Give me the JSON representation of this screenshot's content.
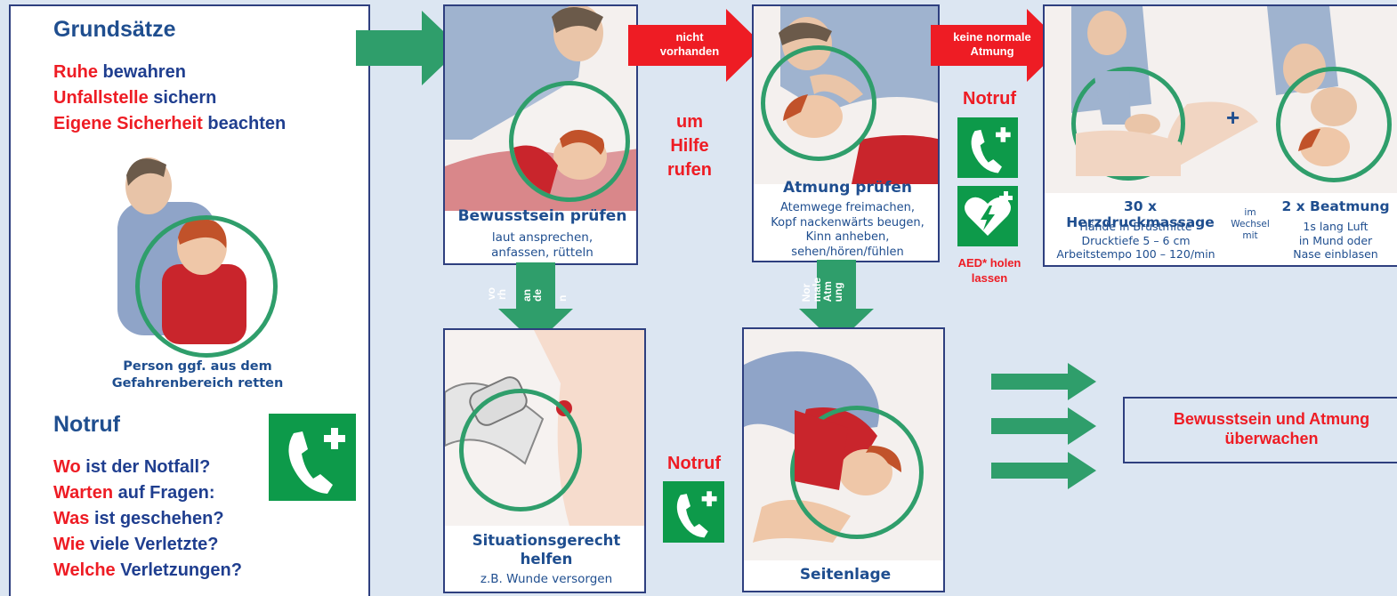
{
  "left": {
    "heading": "Grundsätze",
    "principles": [
      {
        "red": "Ruhe",
        "rest": " bewahren"
      },
      {
        "red": "Unfallstelle",
        "rest": " sichern"
      },
      {
        "red": "Eigene Sicherheit",
        "rest": " beachten"
      }
    ],
    "rescue_caption": [
      "Person ggf. aus dem",
      "Gefahrenbereich retten"
    ],
    "notruf_heading": "Notruf",
    "questions": [
      {
        "red": "Wo",
        "rest": " ist der Notfall?"
      },
      {
        "red": "Warten",
        "rest": " auf Fragen:"
      },
      {
        "red": "Was",
        "rest": " ist geschehen?"
      },
      {
        "red": "Wie",
        "rest": " viele Verletzte?"
      },
      {
        "red": "Welche",
        "rest": " Verletzungen?"
      }
    ]
  },
  "steps": {
    "consciousness": {
      "title": "Bewusstsein prüfen",
      "text": [
        "laut ansprechen,",
        "anfassen, rütteln"
      ]
    },
    "breathing": {
      "title": "Atmung prüfen",
      "text": [
        "Atemwege freimachen,",
        "Kopf nackenwärts beugen,",
        "Kinn anheben,",
        "sehen/hören/fühlen"
      ]
    },
    "cpr": {
      "compression_title": "30 x Herzdruckmassage",
      "compression_text": [
        "Hände in Brustmitte",
        "Drucktiefe 5 – 6 cm",
        "Arbeitstempo 100 – 120/min"
      ],
      "alternate": [
        "im",
        "Wechsel",
        "mit"
      ],
      "plus": "+",
      "ventilation_title": "2 x Beatmung",
      "ventilation_text": [
        "1s lang Luft",
        "in Mund oder",
        "Nase einblasen"
      ]
    },
    "help": {
      "title": [
        "Situationsgerecht",
        "helfen"
      ],
      "text": "z.B. Wunde versorgen"
    },
    "recovery": {
      "title": "Seitenlage"
    }
  },
  "arrows": {
    "not_present": [
      "nicht",
      "vorhanden"
    ],
    "no_normal_breathing": [
      "keine normale",
      "Atmung"
    ],
    "present": [
      "vo",
      "rh",
      "an",
      "de",
      "n"
    ],
    "normal_breathing": [
      "Nor",
      "male",
      "Atm",
      "ung"
    ]
  },
  "call_for_help": [
    "um",
    "Hilfe",
    "rufen"
  ],
  "notruf_label": "Notruf",
  "aed_label": [
    "AED* holen",
    "lassen"
  ],
  "monitor": [
    "Bewusstsein und Atmung",
    "überwachen"
  ],
  "colors": {
    "green": "#2f9e6b",
    "red": "#ee1c24",
    "navy": "#1f4e8f",
    "sign_green": "#0d9a4a"
  }
}
